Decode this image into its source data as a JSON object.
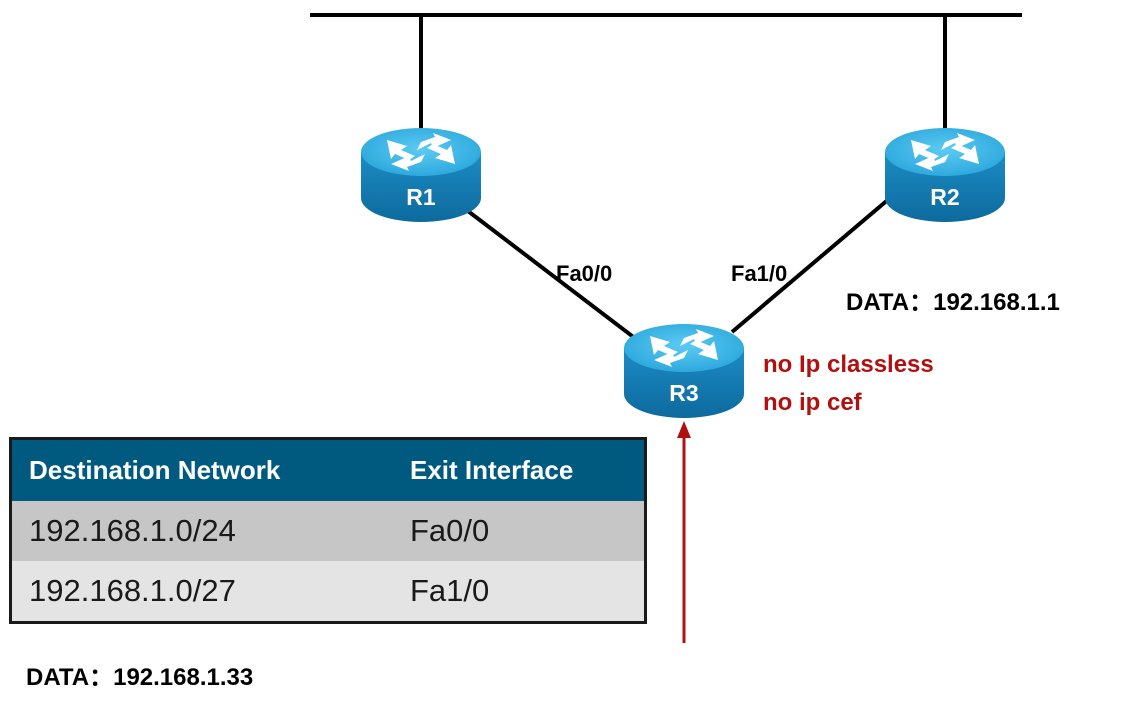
{
  "routers": {
    "r1": "R1",
    "r2": "R2",
    "r3": "R3"
  },
  "interfaces": {
    "r3_to_r1": "Fa0/0",
    "r3_to_r2": "Fa1/0"
  },
  "packets": {
    "destination": "DATA：192.168.1.1",
    "incoming": "DATA：192.168.1.33"
  },
  "r3_commands": [
    "no Ip classless",
    "no ip cef"
  ],
  "routing_table": {
    "headers": [
      "Destination Network",
      "Exit Interface"
    ],
    "rows": [
      [
        "192.168.1.0/24",
        "Fa0/0"
      ],
      [
        "192.168.1.0/27",
        "Fa1/0"
      ]
    ]
  },
  "colors": {
    "router_body": "#1e8fc6",
    "router_top": "#3cb6e6",
    "table_header": "#005a80",
    "command_text": "#b01010",
    "arrow": "#b01010"
  },
  "icons": [
    "router-icon"
  ]
}
